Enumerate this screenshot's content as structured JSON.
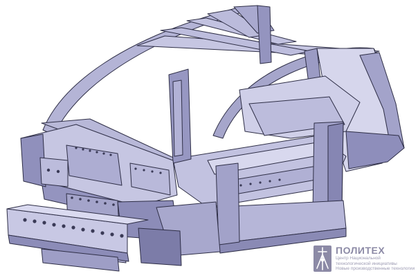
{
  "colors": {
    "panel_light": "#c9c9e3",
    "panel_mid": "#a8a8cc",
    "panel_dark": "#7e7ea8",
    "edge": "#2e2e46",
    "logo": "#8c8aa6"
  },
  "logo": {
    "icon": "politech-emblem-icon",
    "brand": "ПОЛИТЕХ",
    "tagline": [
      "Центр Национальной",
      "технологической инициативы",
      "Новые производственные технологии"
    ]
  }
}
